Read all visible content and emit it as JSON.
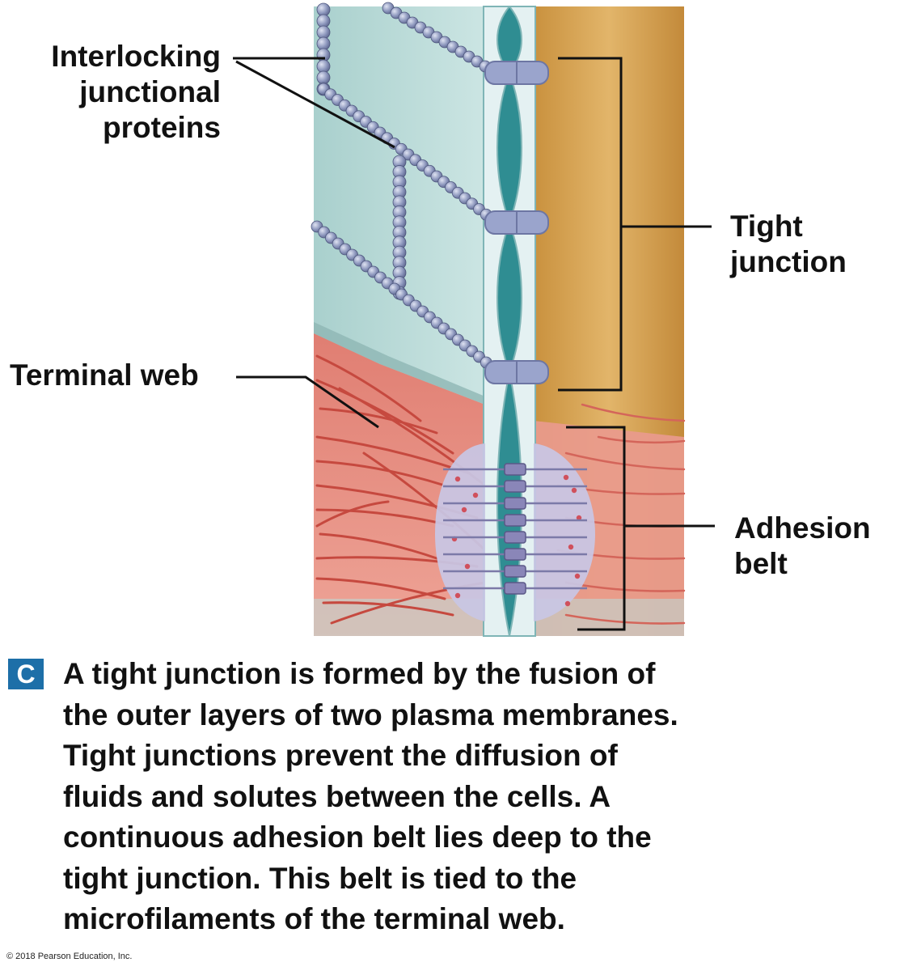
{
  "labels": {
    "interlocking": [
      "Interlocking",
      "junctional",
      "proteins"
    ],
    "tight_junction": [
      "Tight",
      "junction"
    ],
    "terminal_web": "Terminal web",
    "adhesion_belt": [
      "Adhesion",
      "belt"
    ]
  },
  "caption": {
    "panel": "C",
    "lines": [
      "A tight junction is formed by the fusion of",
      "the outer layers of two plasma membranes.",
      "Tight junctions prevent the diffusion of",
      "fluids and solutes between the cells. A",
      "continuous adhesion belt lies deep to the",
      "tight junction. This belt is tied to the",
      "microfilaments of the terminal web."
    ]
  },
  "copyright": "© 2018 Pearson Education, Inc.",
  "colors": {
    "left_cell": "#bcdcd9",
    "right_cell": "#d6a655",
    "membrane": "#e6f2f3",
    "channel": "#3f9ea2",
    "protein_bead": "#8d97bd",
    "terminal_web": "#e88e82",
    "filament": "#c9544a",
    "adhesion_plaque": "#c8c6e4",
    "badge": "#1d6fa8"
  }
}
